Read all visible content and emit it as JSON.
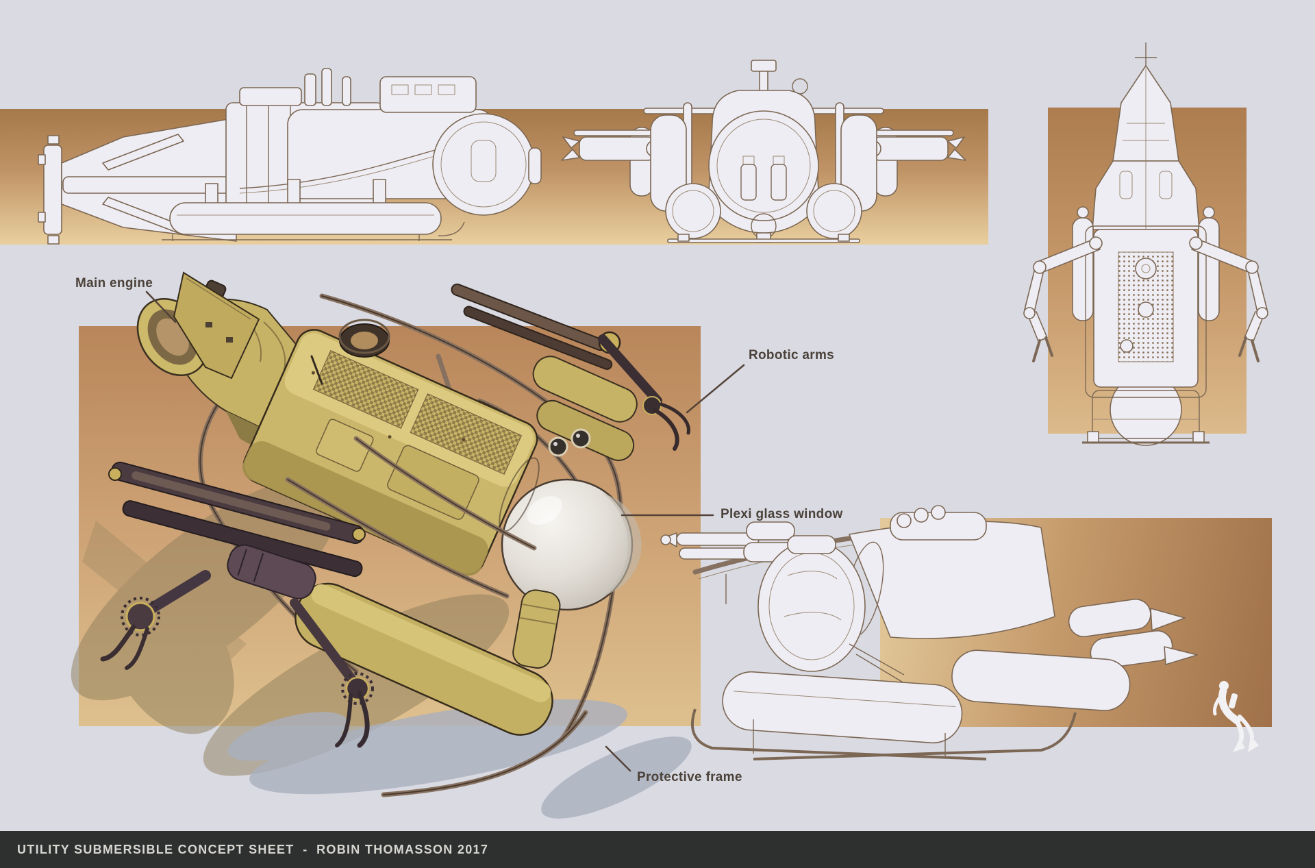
{
  "sheet": {
    "footer": {
      "text": "UTILITY SUBMERSIBLE CONCEPT SHEET  -  ROBIN THOMASSON 2017"
    },
    "labels": {
      "main_engine": "Main engine",
      "robotic_arms": "Robotic arms",
      "plexi_glass_window": "Plexi glass window",
      "protective_frame": "Protective frame"
    },
    "views": {
      "top_left": "side view blueprint",
      "top_center": "front view blueprint",
      "top_right": "top view blueprint",
      "center": "main colored render",
      "bottom_right": "perspective blueprint with diver for scale"
    },
    "colors": {
      "background": "#d9dae2",
      "panel_brown_dark": "#a6794b",
      "panel_brown_light": "#e9cf9f",
      "submersible_yellow": "#cbb76b",
      "blueprint_line": "#7b6753",
      "footer_background": "#2e302f",
      "footer_text": "#d7d6d2",
      "label_text": "#4b423a"
    }
  }
}
